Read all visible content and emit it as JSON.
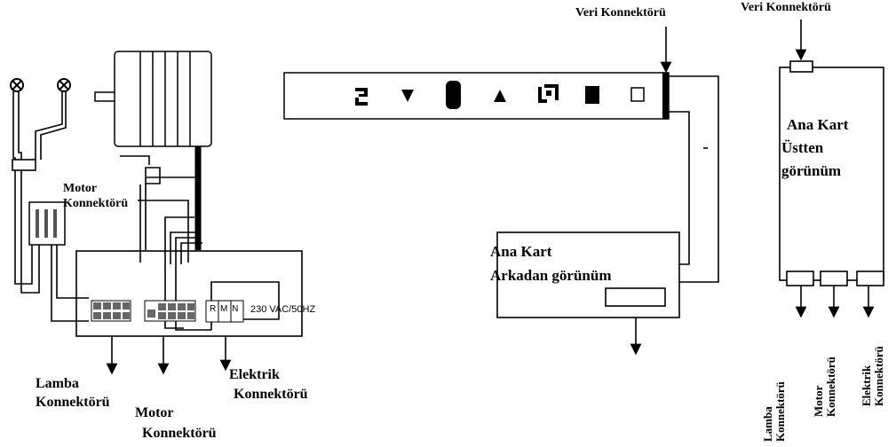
{
  "left_section": {
    "motor_connector_top": [
      "Motor",
      "Konnektörü"
    ],
    "voltage_label": "230 VAC/50HZ",
    "terminal_letters": [
      "R",
      "M",
      "N"
    ],
    "lamp_connector": [
      "Lamba",
      "Konnektörü"
    ],
    "motor_connector_bottom": [
      "Motor",
      "Konnektörü"
    ],
    "electric_connector": [
      "Elektrik",
      "Konnektörü"
    ]
  },
  "middle_section": {
    "data_connector": "Veri Konnektörü",
    "board_back_view": [
      "Ana Kart",
      "Arkadan görünüm"
    ],
    "control_panel_icons": [
      "light-icon",
      "down-arrow-icon",
      "power-icon",
      "up-arrow-icon",
      "speed-icon",
      "stop-icon",
      "square-icon"
    ]
  },
  "right_section": {
    "data_connector": "Veri Konnektörü",
    "board_top_view": [
      "Ana Kart",
      "Üstten",
      "görünüm"
    ],
    "bottom_connectors": [
      [
        "Lamba",
        "Konnektörü"
      ],
      [
        "Motor",
        "Konnektörü"
      ],
      [
        "Elektrik",
        "Konnektörü"
      ]
    ]
  }
}
